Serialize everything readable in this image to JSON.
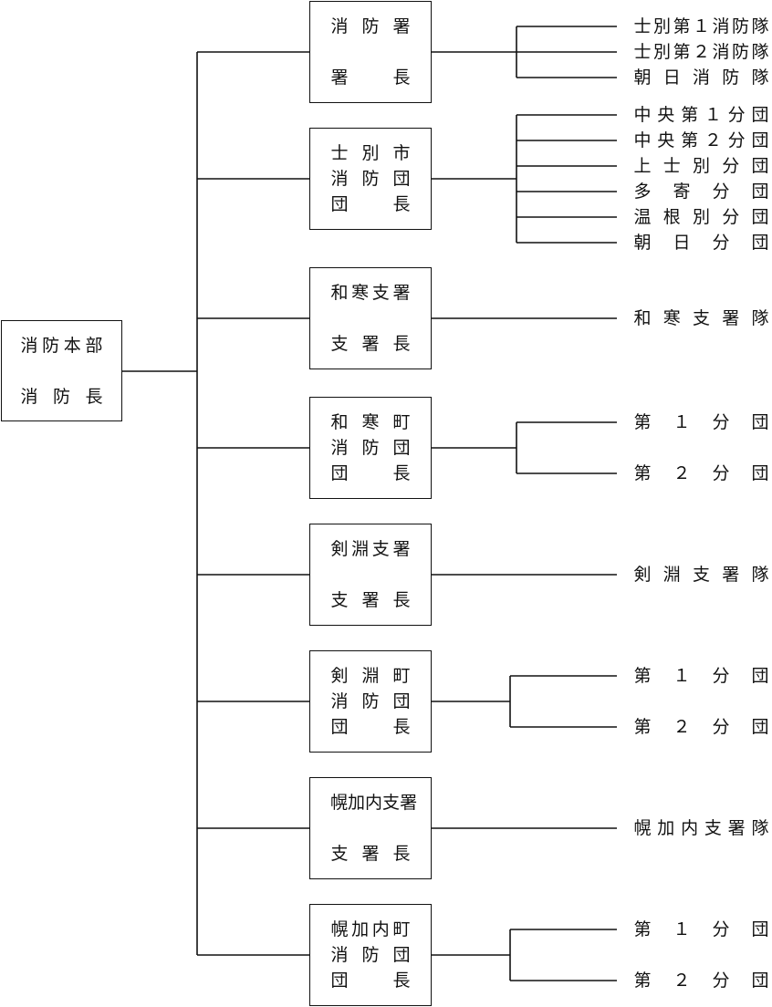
{
  "root": {
    "lines": [
      "消防本部",
      "消防長"
    ]
  },
  "units": [
    {
      "id": "shobosho",
      "lines": [
        "消防署",
        "",
        "署長"
      ],
      "children": [
        "士別第１消防隊",
        "士別第２消防隊",
        "朝日消防隊"
      ]
    },
    {
      "id": "shibetsu-shobodan",
      "lines": [
        "士別市",
        "消防団",
        "団長"
      ],
      "children": [
        "中央第１分団",
        "中央第２分団",
        "上士別分団",
        "多寄分団",
        "温根別分団",
        "朝日分団"
      ]
    },
    {
      "id": "wassamu-shisho",
      "lines": [
        "和寒支署",
        "",
        "支署長"
      ],
      "children": [
        "和寒支署隊"
      ]
    },
    {
      "id": "wassamu-shobodan",
      "lines": [
        "和寒町",
        "消防団",
        "団長"
      ],
      "children": [
        "第１分団",
        "第２分団"
      ]
    },
    {
      "id": "kembuchi-shisho",
      "lines": [
        "剣淵支署",
        "",
        "支署長"
      ],
      "children": [
        "剣淵支署隊"
      ]
    },
    {
      "id": "kembuchi-shobodan",
      "lines": [
        "剣淵町",
        "消防団",
        "団長"
      ],
      "children": [
        "第１分団",
        "第２分団"
      ]
    },
    {
      "id": "horokanai-shisho",
      "lines": [
        "幌加内支署",
        "",
        "支署長"
      ],
      "children": [
        "幌加内支署隊"
      ]
    },
    {
      "id": "horokanai-shobodan",
      "lines": [
        "幌加内町",
        "消防団",
        "団長"
      ],
      "children": [
        "第１分団",
        "第２分団"
      ]
    }
  ]
}
